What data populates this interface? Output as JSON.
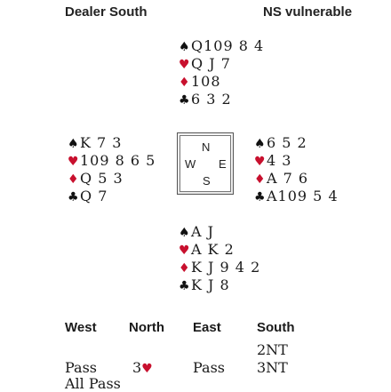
{
  "header": {
    "dealer": "Dealer South",
    "vulnerability": "NS vulnerable"
  },
  "colors": {
    "red_suit": "#c8102e",
    "black_suit": "#111111"
  },
  "hands": {
    "north": {
      "spades": "Q109 8 4",
      "hearts": "Q J 7",
      "diamonds": "108",
      "clubs": "6 3 2"
    },
    "west": {
      "spades": "K 7 3",
      "hearts": "109 8 6 5",
      "diamonds": "Q 5 3",
      "clubs": "Q 7"
    },
    "east": {
      "spades": "6 5 2",
      "hearts": "4 3",
      "diamonds": "A 7 6",
      "clubs": "A109 5 4"
    },
    "south": {
      "spades": "A J",
      "hearts": "A K 2",
      "diamonds": "K J 9 4 2",
      "clubs": "K J 8"
    }
  },
  "compass": {
    "n": "N",
    "w": "W",
    "e": "E",
    "s": "S"
  },
  "auction": {
    "headers": [
      "West",
      "North",
      "East",
      "South"
    ],
    "round1": {
      "south": "2NT"
    },
    "round2": {
      "west": "Pass",
      "north_level": "3",
      "east": "Pass",
      "south": "3NT"
    },
    "round3": {
      "west": "All Pass"
    }
  }
}
